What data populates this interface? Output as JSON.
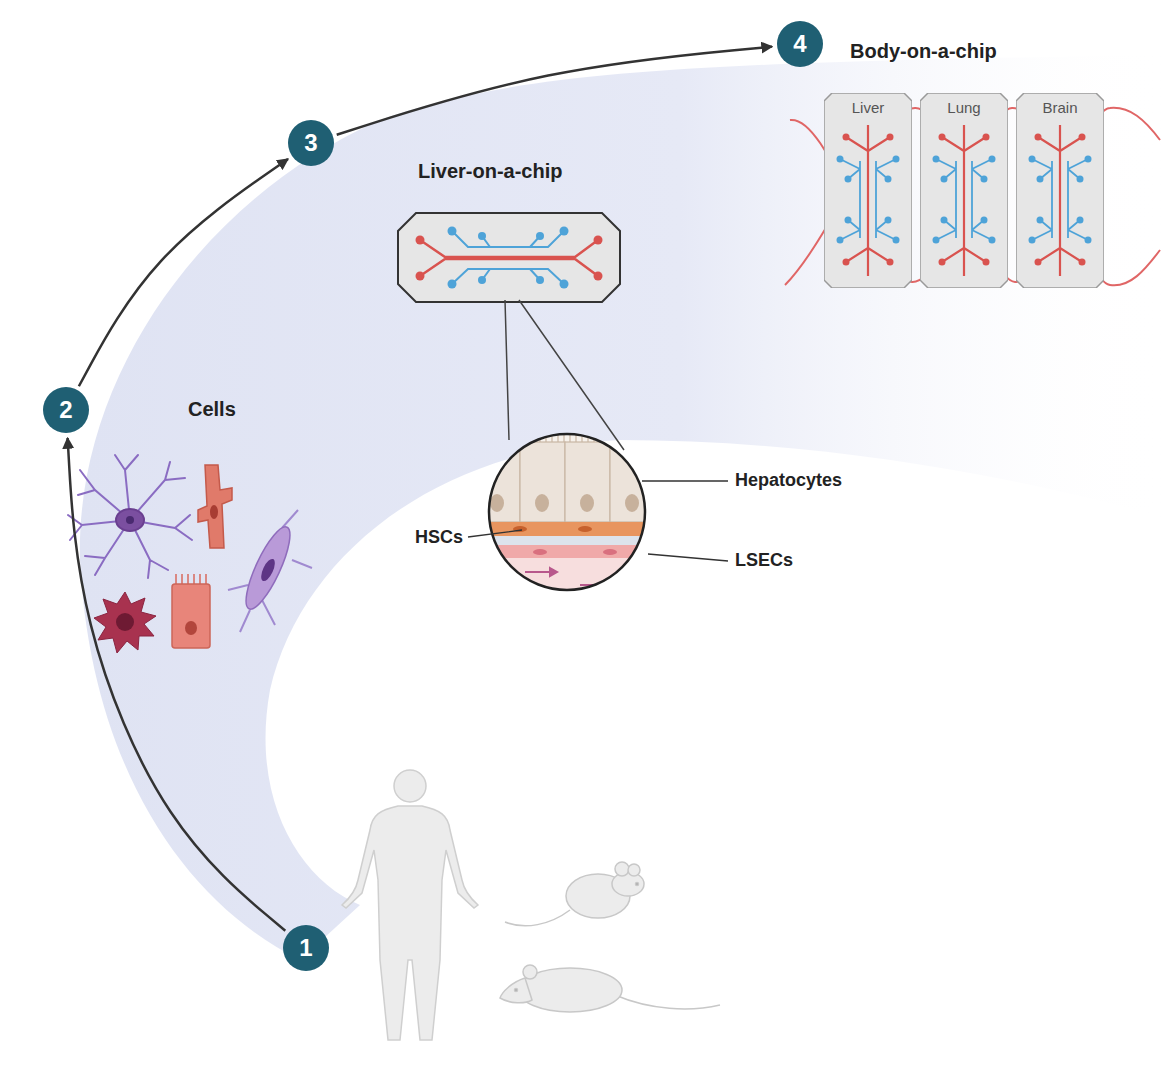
{
  "diagram": {
    "nodes": [
      {
        "text": [
          "1"
        ]
      },
      {
        "text": [
          "2"
        ]
      },
      {
        "text": [
          "3"
        ]
      },
      {
        "text": [
          "4"
        ]
      },
      {
        "text": [
          "Liver"
        ]
      },
      {
        "text": [
          "Lung"
        ]
      },
      {
        "text": [
          "Brain"
        ]
      }
    ],
    "edges": [
      {
        "from": 0,
        "to": 1,
        "arrow": "to"
      },
      {
        "from": 1,
        "to": 2,
        "arrow": "to"
      },
      {
        "from": 2,
        "to": 3,
        "arrow": "to"
      }
    ],
    "labels": [
      "Cells",
      "Liver-on-a-chip",
      "Body-on-a-chip",
      "Hepatocytes",
      "HSCs",
      "LSECs"
    ]
  }
}
